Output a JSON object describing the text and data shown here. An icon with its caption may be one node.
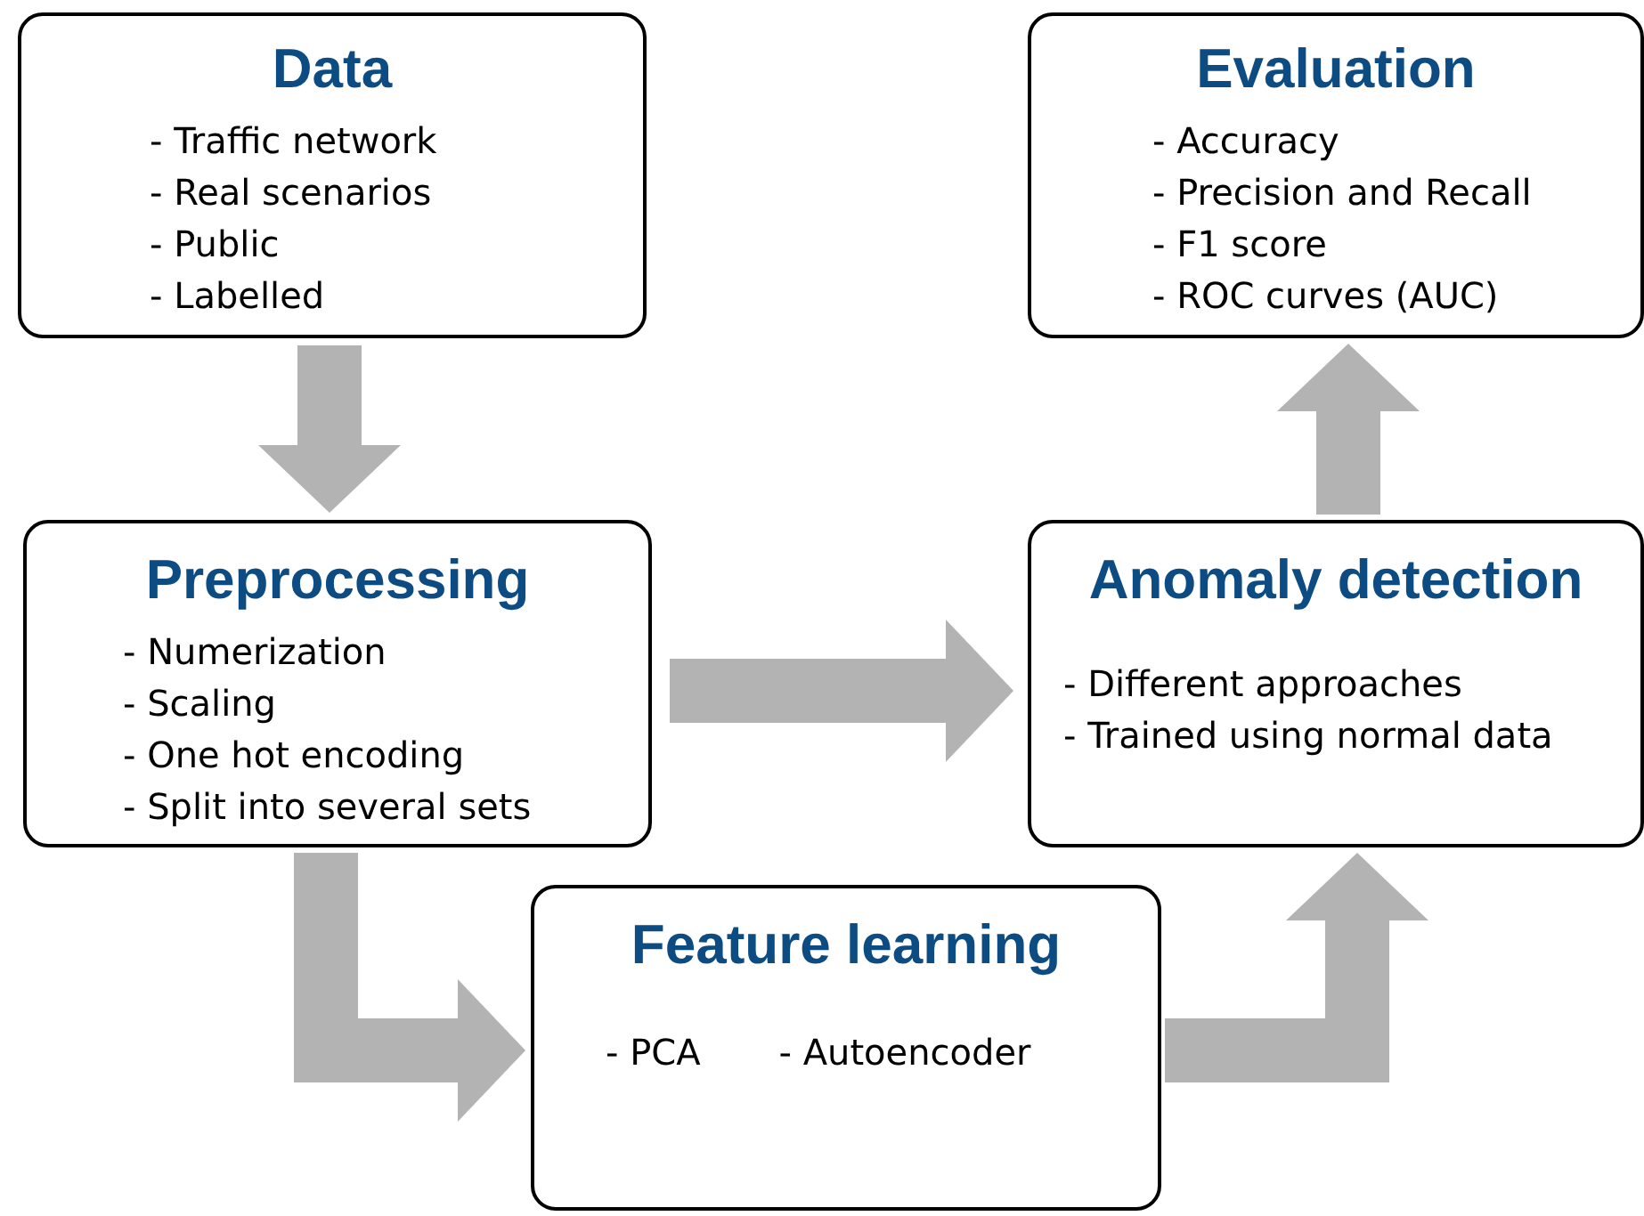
{
  "diagram": {
    "nodes": [
      {
        "text": [
          "Data",
          "- Traffic network",
          "- Real scenarios",
          "- Public",
          "- Labelled"
        ]
      },
      {
        "text": [
          "Evaluation",
          "- Accuracy",
          "- Precision and Recall",
          "- F1 score",
          "- ROC curves (AUC)"
        ]
      },
      {
        "text": [
          "Preprocessing",
          "- Numerization",
          "- Scaling",
          "- One hot encoding",
          "- Split into several sets"
        ]
      },
      {
        "text": [
          "Anomaly detection",
          "- Different approaches",
          "- Trained using normal data"
        ]
      },
      {
        "text": [
          "Feature learning",
          "- PCA",
          "- Autoencoder"
        ]
      }
    ],
    "edges": [
      {
        "from": 0,
        "to": 2,
        "arrow": "to"
      },
      {
        "from": 2,
        "to": 3,
        "arrow": "to"
      },
      {
        "from": 2,
        "to": 4,
        "arrow": "to"
      },
      {
        "from": 4,
        "to": 3,
        "arrow": "to"
      },
      {
        "from": 3,
        "to": 1,
        "arrow": "to"
      }
    ]
  }
}
